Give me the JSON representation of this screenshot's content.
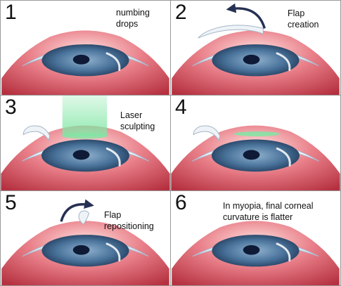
{
  "diagram": {
    "colors": {
      "eyeball_light": "#ffe3e0",
      "eyeball_mid": "#e9808a",
      "eyeball_dark": "#b5303f",
      "iris_light": "#8fb1ce",
      "iris_mid": "#4a739b",
      "iris_dark": "#233e5e",
      "pupil": "#0e1a36",
      "cornea": "#dfe8f3",
      "laser": "#7fe6a4",
      "arrow": "#263153"
    },
    "panels": [
      {
        "number": "1",
        "caption": "numbing\ndrops",
        "flap": "none",
        "arrow": "none",
        "laser": false,
        "ablation": false
      },
      {
        "number": "2",
        "caption": "Flap\ncreation",
        "flap": "lifting",
        "arrow": "lift",
        "laser": false,
        "ablation": false
      },
      {
        "number": "3",
        "caption": "Laser\nsculpting",
        "flap": "open",
        "arrow": "none",
        "laser": true,
        "ablation": false
      },
      {
        "number": "4",
        "caption": "",
        "flap": "open",
        "arrow": "none",
        "laser": false,
        "ablation": true
      },
      {
        "number": "5",
        "caption": "Flap\nrepositioning",
        "flap": "closing",
        "arrow": "reposition",
        "laser": false,
        "ablation": false
      },
      {
        "number": "6",
        "caption": "In myopia, final corneal\ncurvature is flatter",
        "flap": "none",
        "arrow": "none",
        "laser": false,
        "ablation": false
      }
    ]
  }
}
